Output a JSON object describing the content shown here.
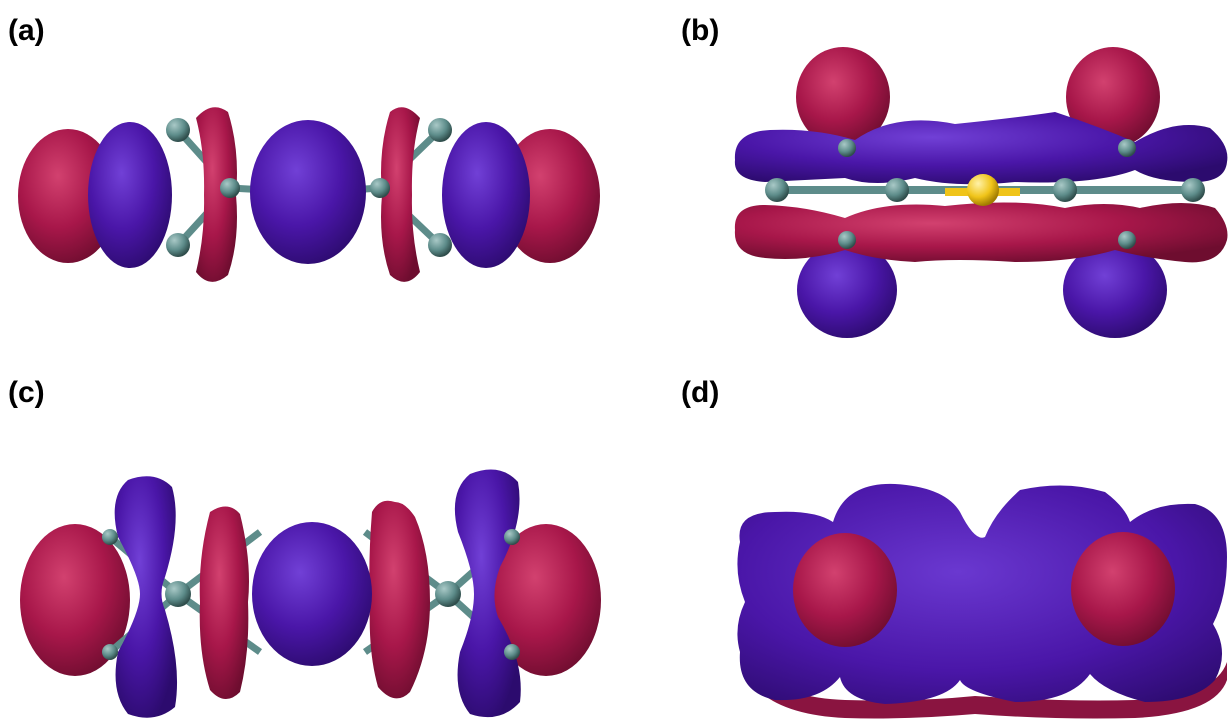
{
  "panels": [
    {
      "id": "a",
      "label": "(a)"
    },
    {
      "id": "b",
      "label": "(b)"
    },
    {
      "id": "c",
      "label": "(c)"
    },
    {
      "id": "d",
      "label": "(d)"
    }
  ],
  "colors": {
    "positive_lobe": "#a8174a",
    "negative_lobe": "#4a16a8",
    "carbon_atom": "#5d8c8a",
    "central_atom": "#f0c419",
    "background": "#ffffff"
  }
}
